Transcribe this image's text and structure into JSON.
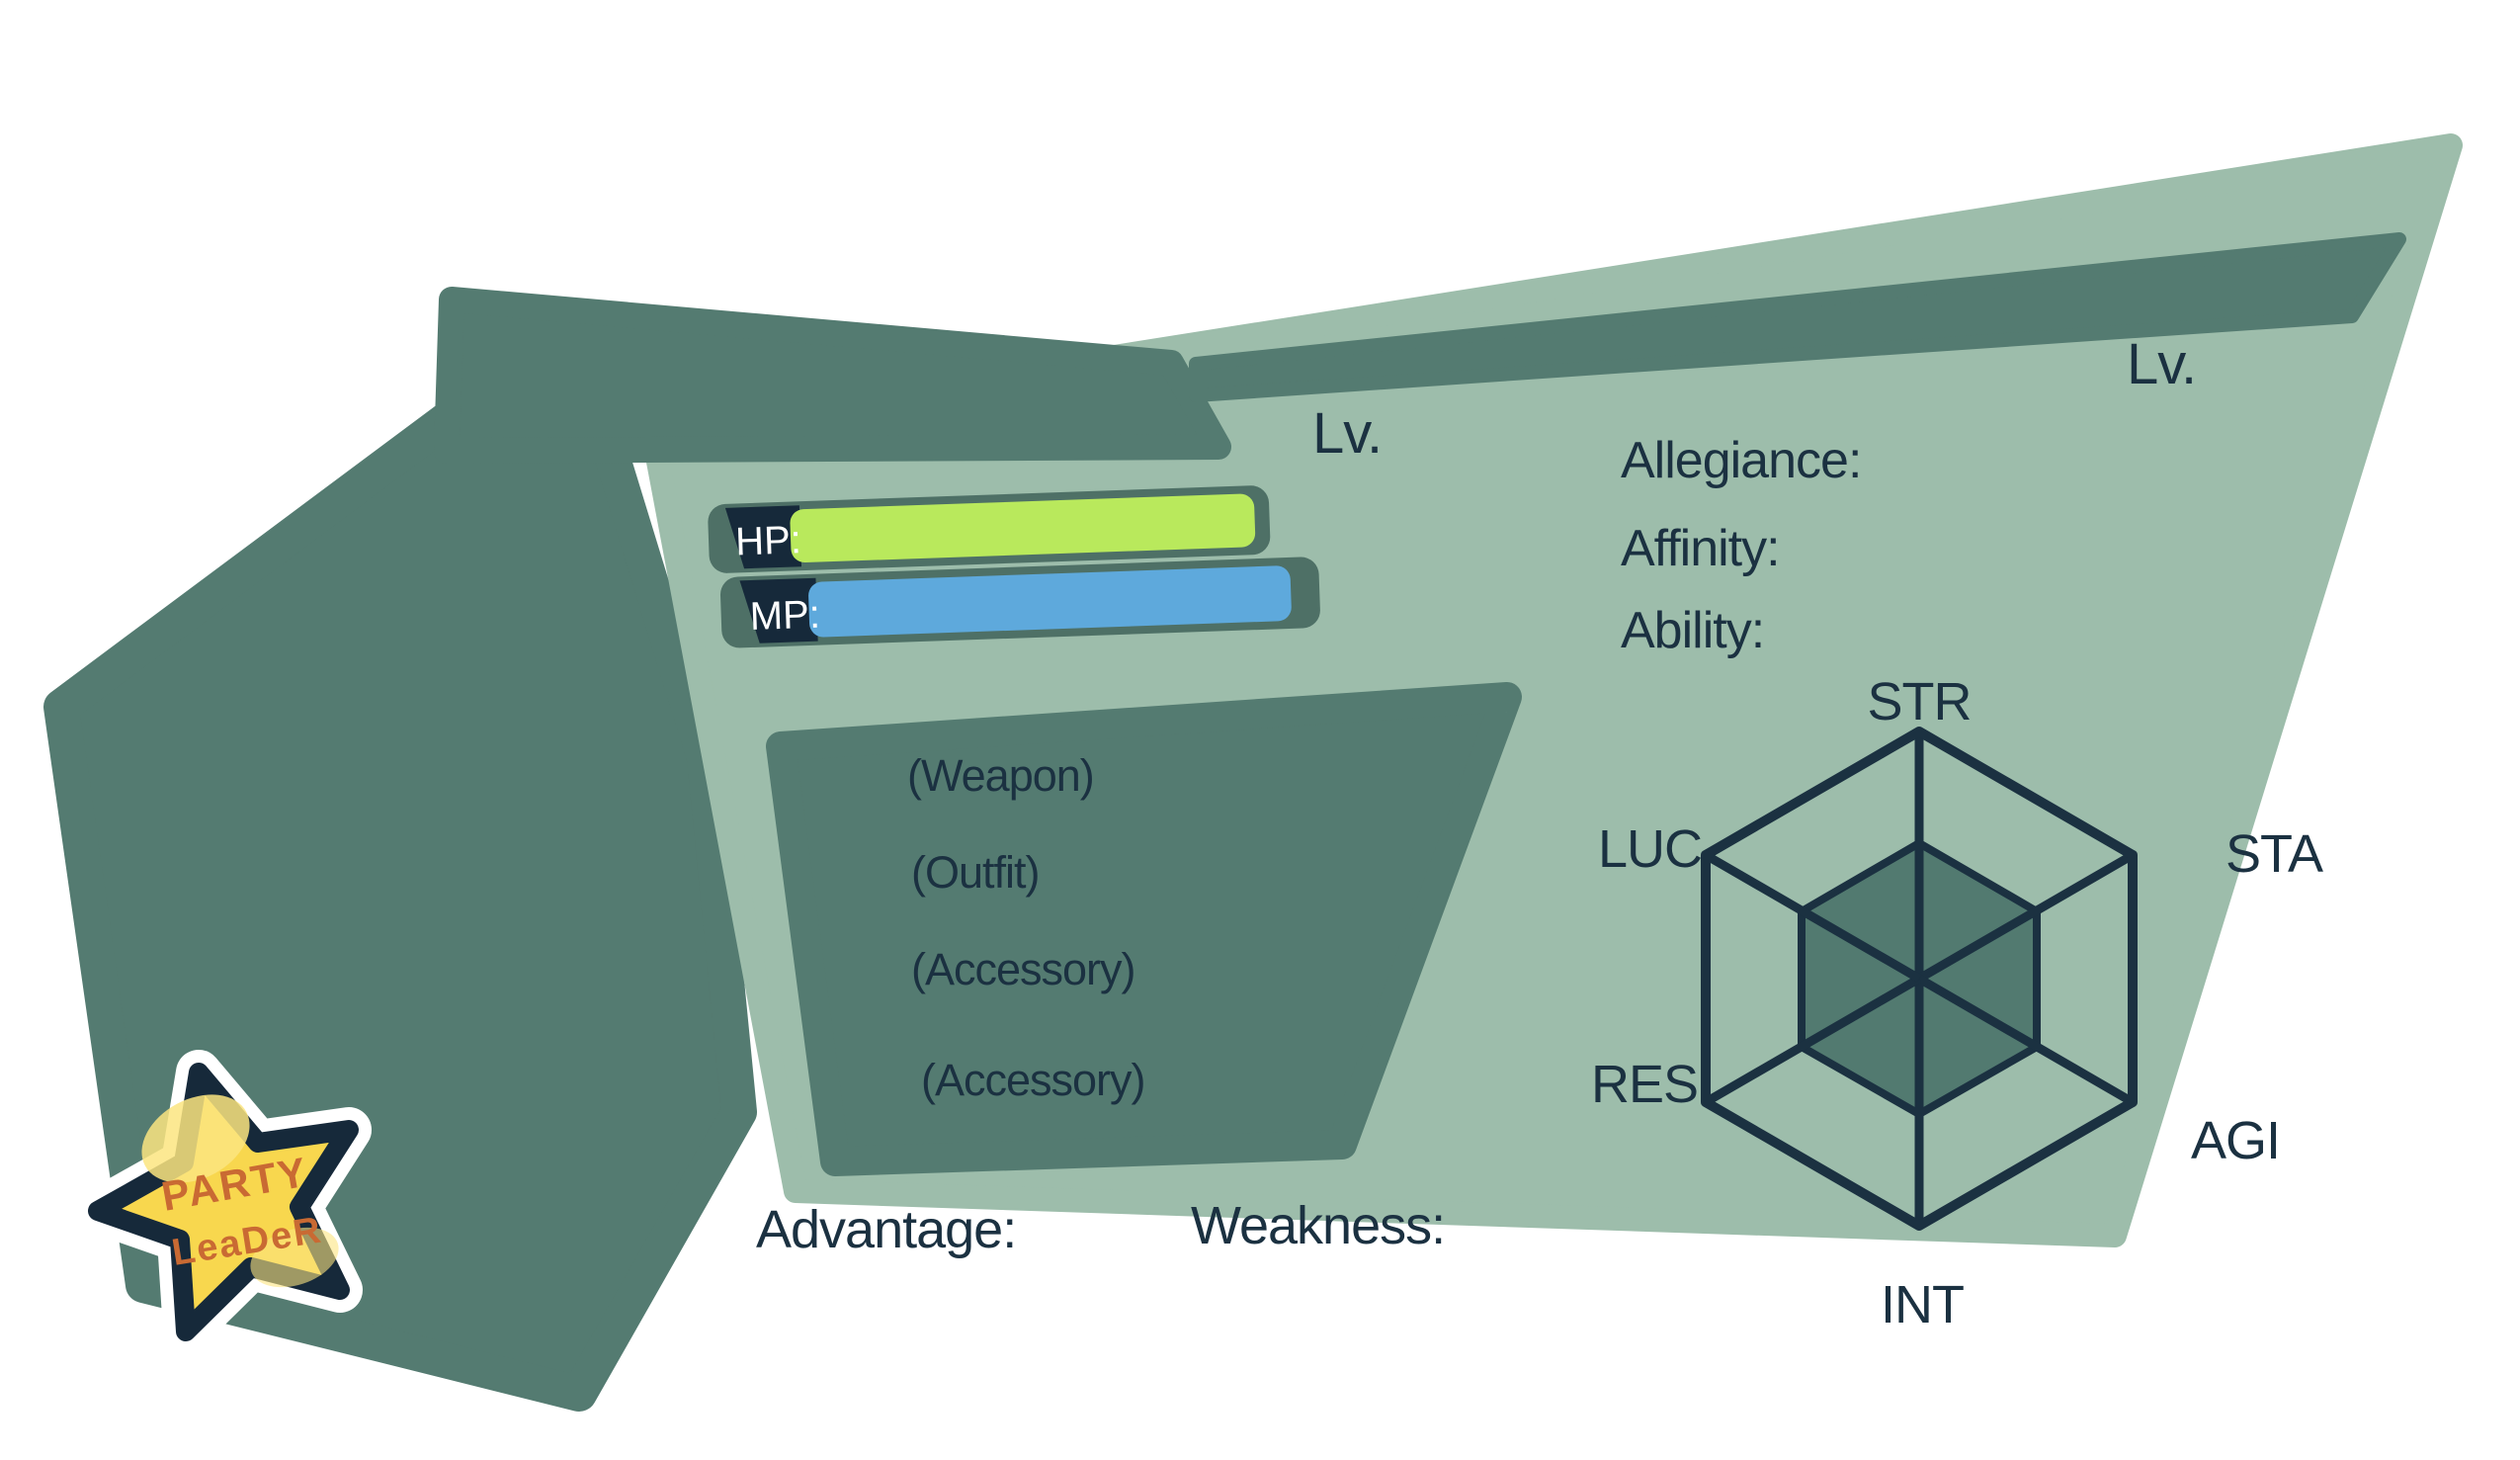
{
  "card": {
    "type": "rpg-character-template",
    "level_label_left": "Lv.",
    "level_label_right": "Lv."
  },
  "bars": {
    "hp_label": "HP:",
    "mp_label": "MP:",
    "hp_color": "#b9e95c",
    "mp_color": "#5ea9dc",
    "chip_color": "#16293a",
    "outline_color": "#4e7066"
  },
  "equipment": {
    "slots": [
      "(Weapon)",
      "(Outfit)",
      "(Accessory)",
      "(Accessory)"
    ]
  },
  "info": {
    "allegiance_label": "Allegiance:",
    "affinity_label": "Affinity:",
    "ability_label": "Ability:"
  },
  "matchups": {
    "advantage_label": "Advantage:",
    "weakness_label": "Weakness:"
  },
  "badge": {
    "line1": "PARTY",
    "line2": "LeaDeR",
    "star_color": "#f8d74e",
    "text_color": "#c96a33"
  },
  "chart_data": {
    "type": "radar",
    "title": "",
    "axes": [
      "STR",
      "STA",
      "AGI",
      "INT",
      "RES",
      "LUC"
    ],
    "rings": [
      "outer",
      "inner"
    ],
    "inner_ring_scale": 0.55,
    "note_visible_values": "template only - no numeric stat values are drawn",
    "line_color": "#1b3141",
    "inner_fill": "#527a70"
  },
  "palette": {
    "background": "#ffffff",
    "card_green": "#9dbdab",
    "panel_teal": "#547b71",
    "navy": "#1b3141"
  }
}
